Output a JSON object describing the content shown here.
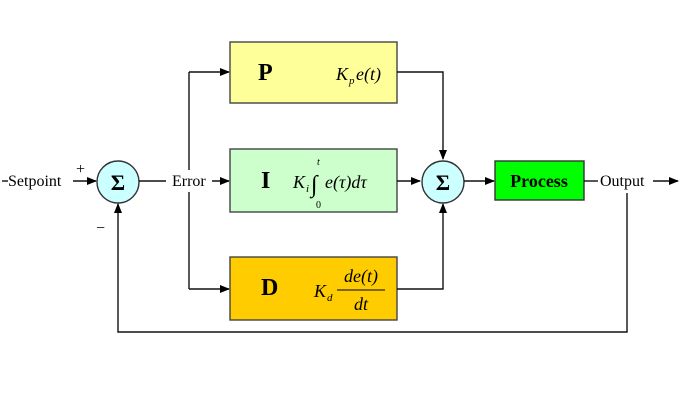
{
  "diagram": {
    "title": "PID controller block diagram",
    "labels": {
      "setpoint": "Setpoint",
      "plus": "+",
      "minus": "−",
      "error": "Error",
      "output": "Output"
    },
    "summing_junctions": [
      {
        "id": "error-sum",
        "symbol": "Σ",
        "color": "#CCFFFF"
      },
      {
        "id": "pid-sum",
        "symbol": "Σ",
        "color": "#CCFFFF"
      }
    ],
    "blocks": {
      "p": {
        "letter": "P",
        "gain": "K",
        "gain_sub": "p",
        "expr": "e(t)",
        "color": "#FFFF99"
      },
      "i": {
        "letter": "I",
        "gain": "K",
        "gain_sub": "i",
        "integral_sign": "∫",
        "upper_limit": "t",
        "lower_limit": "0",
        "expr": "e(τ)dτ",
        "color": "#CCFFCC"
      },
      "d": {
        "letter": "D",
        "gain": "K",
        "gain_sub": "d",
        "numerator": "de(t)",
        "denominator": "dt",
        "color": "#FFCC00"
      },
      "process": {
        "label": "Process",
        "color": "#00FF00"
      }
    }
  }
}
